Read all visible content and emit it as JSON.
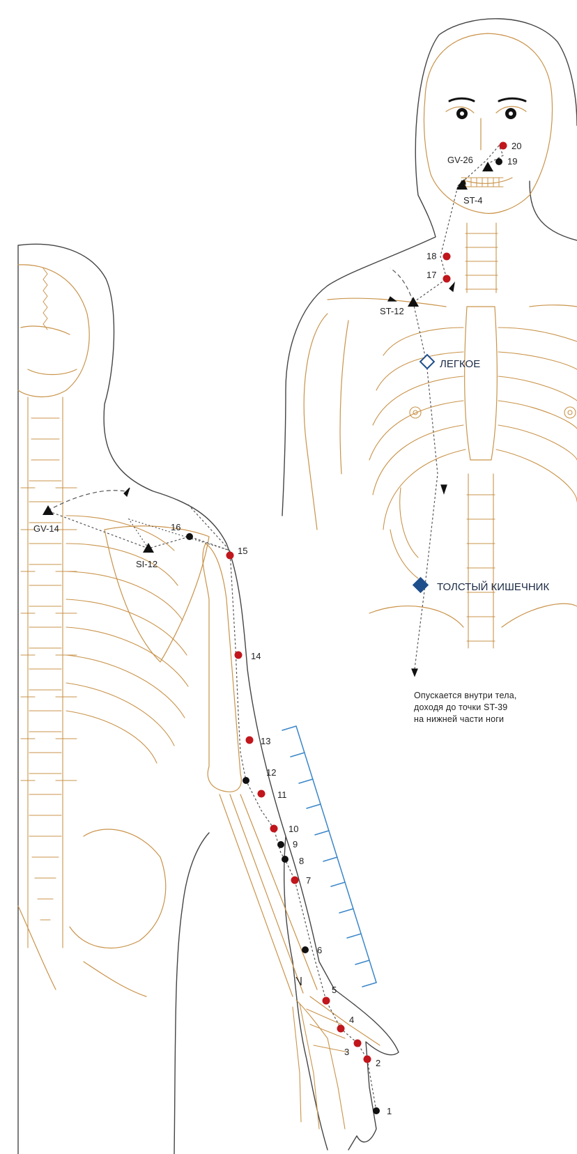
{
  "colors": {
    "anatomy": "#c9934a",
    "outline": "#444444",
    "point_red": "#c0161c",
    "point_black": "#111111",
    "meridian_line": "#555555",
    "organ_marker": "#1f4e8c",
    "ruler": "#3a86c8"
  },
  "points": {
    "p1": "1",
    "p2": "2",
    "p3": "3",
    "p4": "4",
    "p5": "5",
    "p6": "6",
    "p7": "7",
    "p8": "8",
    "p9": "9",
    "p10": "10",
    "p11": "11",
    "p12": "12",
    "p13": "13",
    "p14": "14",
    "p15": "15",
    "p16": "16",
    "p17": "17",
    "p18": "18",
    "p19": "19",
    "p20": "20"
  },
  "crossing_points": {
    "gv14": "GV-14",
    "si12": "SI-12",
    "st12": "ST-12",
    "st4": "ST-4",
    "gv26": "GV-26"
  },
  "organs": {
    "lung": "ЛЕГКОЕ",
    "large_intestine": "ТОЛСТЫЙ КИШЕЧНИК"
  },
  "note": {
    "line1": "Опускается внутри тела,",
    "line2": "доходя до точки ST-39",
    "line3": "на нижней части ноги"
  }
}
